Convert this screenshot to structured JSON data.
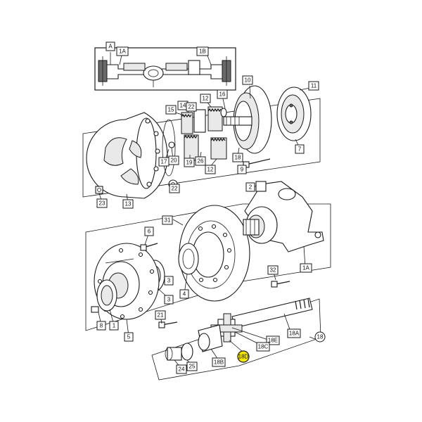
{
  "callouts": [
    {
      "id": "A",
      "label": "A"
    },
    {
      "id": "1A_top",
      "label": "1A"
    },
    {
      "id": "1B",
      "label": "1B"
    },
    {
      "id": "10",
      "label": "10"
    },
    {
      "id": "11",
      "label": "11"
    },
    {
      "id": "16",
      "label": "16"
    },
    {
      "id": "12_top",
      "label": "12"
    },
    {
      "id": "14",
      "label": "14"
    },
    {
      "id": "15",
      "label": "15"
    },
    {
      "id": "22",
      "label": "22"
    },
    {
      "id": "7",
      "label": "7"
    },
    {
      "id": "18_gear",
      "label": "18"
    },
    {
      "id": "9",
      "label": "9"
    },
    {
      "id": "12_bot",
      "label": "12"
    },
    {
      "id": "26",
      "label": "26"
    },
    {
      "id": "19",
      "label": "19"
    },
    {
      "id": "20",
      "label": "20"
    },
    {
      "id": "17",
      "label": "17"
    },
    {
      "id": "22b",
      "label": "22"
    },
    {
      "id": "23",
      "label": "23"
    },
    {
      "id": "13",
      "label": "13"
    },
    {
      "id": "31",
      "label": "31"
    },
    {
      "id": "6",
      "label": "6"
    },
    {
      "id": "2",
      "label": "2"
    },
    {
      "id": "1A_knuckle",
      "label": "1A"
    },
    {
      "id": "32",
      "label": "32"
    },
    {
      "id": "3_a",
      "label": "3"
    },
    {
      "id": "4",
      "label": "4"
    },
    {
      "id": "3_b",
      "label": "3"
    },
    {
      "id": "21",
      "label": "21"
    },
    {
      "id": "8",
      "label": "8"
    },
    {
      "id": "1",
      "label": "1"
    },
    {
      "id": "5",
      "label": "5"
    },
    {
      "id": "18_circ",
      "label": "18"
    },
    {
      "id": "18A",
      "label": "18A"
    },
    {
      "id": "18E",
      "label": "18E"
    },
    {
      "id": "18C",
      "label": "18C"
    },
    {
      "id": "18D",
      "label": "18D"
    },
    {
      "id": "18B",
      "label": "18B"
    },
    {
      "id": "24",
      "label": "24"
    },
    {
      "id": "25",
      "label": "25"
    }
  ],
  "highlight": {
    "callout": "18D",
    "color": "#f3e600"
  }
}
